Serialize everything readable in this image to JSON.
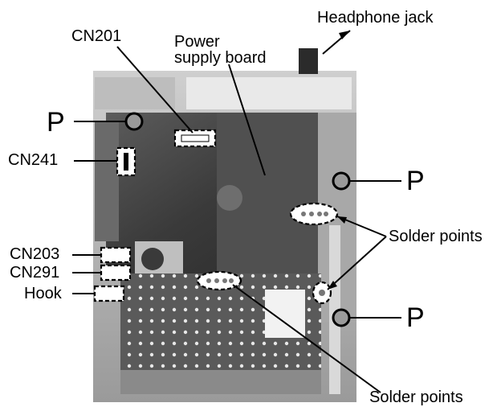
{
  "labels": {
    "headphone_jack": "Headphone jack",
    "cn201": "CN201",
    "power_supply_line1": "Power",
    "power_supply_line2": "supply board",
    "cn241": "CN241",
    "cn203": "CN203",
    "cn291": "CN291",
    "hook": "Hook",
    "solder_points_right": "Solder points",
    "solder_points_bottom": "Solder points",
    "p_top_left": "P",
    "p_mid_right": "P",
    "p_bottom_right": "P"
  },
  "colors": {
    "line": "#000000",
    "photo_dark": "#2b2b2b",
    "photo_mid": "#8c8c8c",
    "photo_light": "#d6d6d6",
    "marker_fill": "#ffffff"
  }
}
